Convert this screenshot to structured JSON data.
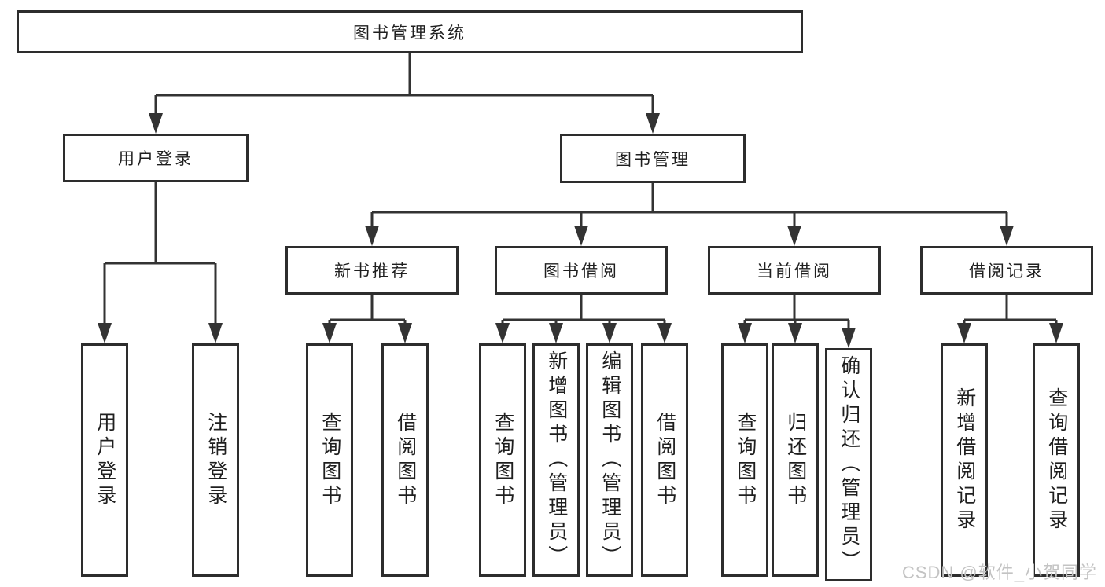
{
  "tree": {
    "label": "图书管理系统",
    "children": [
      {
        "label": "用户登录",
        "children": [
          {
            "label": "用户登录"
          },
          {
            "label": "注销登录"
          }
        ]
      },
      {
        "label": "图书管理",
        "children": [
          {
            "label": "新书推荐",
            "children": [
              {
                "label": "查询图书"
              },
              {
                "label": "借阅图书"
              }
            ]
          },
          {
            "label": "图书借阅",
            "children": [
              {
                "label": "查询图书"
              },
              {
                "label": "新增图书（管理员）"
              },
              {
                "label": "编辑图书（管理员）"
              },
              {
                "label": "借阅图书"
              }
            ]
          },
          {
            "label": "当前借阅",
            "children": [
              {
                "label": "查询图书"
              },
              {
                "label": "归还图书"
              },
              {
                "label": "确认归还（管理员）"
              }
            ]
          },
          {
            "label": "借阅记录",
            "children": [
              {
                "label": "新增借阅记录"
              },
              {
                "label": "查询借阅记录"
              }
            ]
          }
        ]
      }
    ]
  },
  "watermark": "CSDN @软件_小贺同学",
  "colors": {
    "line": "#333333",
    "box_border": "#2d2d2d",
    "box_background": "#ffffff",
    "text": "#1f1f1f",
    "watermark": "#c3c3c3",
    "background": "#ffffff"
  }
}
